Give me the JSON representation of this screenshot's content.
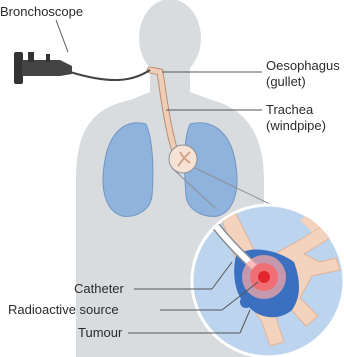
{
  "labels": {
    "bronchoscope": "Bronchoscope",
    "oesophagus_line1": "Oesophagus",
    "oesophagus_line2": "(gullet)",
    "trachea_line1": "Trachea",
    "trachea_line2": "(windpipe)",
    "catheter": "Catheter",
    "radioactive_source": "Radioactive source",
    "tumour": "Tumour"
  },
  "colors": {
    "body_silhouette": "#d9dcdf",
    "lungs": "#8fb3dc",
    "magnifier_circle": "#bcd4ee",
    "bronchial_tree": "#f3d2be",
    "oesophagus_tube": "#e9bfa4",
    "tumour": "#3b6fc0",
    "radioactive_source": "#e2272f",
    "scope": "#333333",
    "leader_lines": "#555555"
  }
}
